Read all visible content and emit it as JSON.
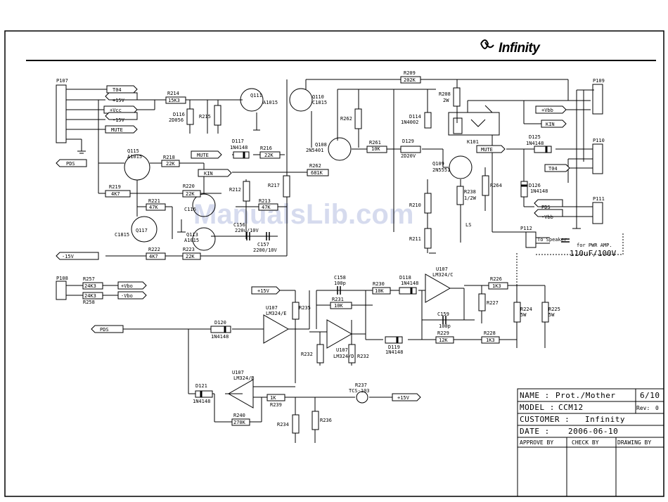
{
  "brand": {
    "logo_text": "Infinity"
  },
  "watermark": "ManualsLib.com",
  "connectors": {
    "p107": {
      "ref": "P107",
      "pins": [
        "T04",
        "+15V",
        "+Vcc",
        "-15V",
        "MUTE",
        "PDS"
      ]
    },
    "p108": {
      "ref": "P108"
    },
    "p109": {
      "ref": "P109",
      "labels": [
        "+Vbb",
        "KIN"
      ]
    },
    "p110": {
      "ref": "P110",
      "labels": [
        "MUTE",
        "T04"
      ]
    },
    "p111": {
      "ref": "P111",
      "labels": [
        "PDS",
        "-Vbb"
      ]
    },
    "p112": {
      "ref": "P112",
      "label": "To Speaker",
      "note": "for PWR AMP.",
      "cap": "110uF/100V"
    }
  },
  "nets": {
    "mute": "MUTE",
    "kin": "KIN",
    "pds": "PDS",
    "m15v": "-15V",
    "p15v": "+15V",
    "pvbo": "+Vbo",
    "mvbo": "-Vbo",
    "p15v_b": "+15V"
  },
  "components": {
    "r214": [
      "R214",
      "15K3"
    ],
    "d116": [
      "D116",
      "2D056"
    ],
    "r215": "R215",
    "q111": [
      "Q111",
      "A1015"
    ],
    "q110": [
      "Q110",
      "C1815"
    ],
    "r209": [
      "R209",
      "202K"
    ],
    "r208": [
      "R208",
      "2W"
    ],
    "d117": [
      "D117",
      "1N4148"
    ],
    "r216": [
      "R216",
      "22K"
    ],
    "r218": [
      "R218",
      "22K"
    ],
    "q115": [
      "Q115",
      "A1015"
    ],
    "r262": "R262",
    "r263": [
      "R262",
      "681K"
    ],
    "q108": [
      "Q108",
      "2N5401"
    ],
    "r261": [
      "R261",
      "10K"
    ],
    "d129": [
      "D129",
      "2D20V"
    ],
    "d114": [
      "D114",
      "1N4002"
    ],
    "k101": "K101",
    "q109": [
      "Q109",
      "2N5551"
    ],
    "r238": [
      "R238",
      "1/2W"
    ],
    "r264": "R264",
    "r219": [
      "R219",
      "4K7"
    ],
    "r220": [
      "R220",
      "22K"
    ],
    "r212": "R212",
    "r213": [
      "R213",
      "47K"
    ],
    "r217": "R217",
    "r221": [
      "R221",
      "47K"
    ],
    "c116": "C116",
    "c157": [
      "C157",
      "2200/10V"
    ],
    "c156": [
      "C156",
      "220u/10V"
    ],
    "q113": [
      "Q113",
      "A1015"
    ],
    "q114": "C1815",
    "q117": "Q117",
    "r222": [
      "R222",
      "4K7"
    ],
    "r223": [
      "R223",
      "22K"
    ],
    "r210": "R210",
    "r211": "R211",
    "ls": "LS",
    "d125": [
      "D125",
      "1N4148"
    ],
    "d126": [
      "D126",
      "1N4148"
    ],
    "r257": [
      "R257",
      "24K3"
    ],
    "r258": [
      "R258",
      "24K3"
    ],
    "c158": [
      "C158",
      "100p"
    ],
    "r230": [
      "R230",
      "10K"
    ],
    "d118": [
      "D118",
      "1N4148"
    ],
    "u107a": [
      "U107",
      "LM324/C"
    ],
    "r226": [
      "R226",
      "1K3"
    ],
    "r227": "R227",
    "r224": [
      "R224",
      "5W"
    ],
    "r225": [
      "R225",
      "5W"
    ],
    "r231": [
      "R231",
      "10K"
    ],
    "r235": "R235",
    "u107b": [
      "U107",
      "LM324/E"
    ],
    "u107c": [
      "U107",
      "LM324/D"
    ],
    "u107d": [
      "U107",
      "LM324/B"
    ],
    "c159": [
      "C159",
      "100p"
    ],
    "r229": [
      "R229",
      "12K"
    ],
    "r228": [
      "R228",
      "1K3"
    ],
    "d120": [
      "D120",
      "1N4148"
    ],
    "d119": [
      "D119",
      "1N4148"
    ],
    "r232": "R232",
    "r233": "R232",
    "d121": [
      "D121",
      "1N4148"
    ],
    "r237": [
      "R237",
      "TCS-103"
    ],
    "r239": [
      "R239",
      "1K"
    ],
    "r240": [
      "R240",
      "270K"
    ],
    "r234": "R234",
    "r236": "R236"
  },
  "title_block": {
    "name_label": "NAME :",
    "name_value": "Prot./Mother",
    "sheet": "6/10",
    "model_label": "MODEL :",
    "model_value": "CCM12",
    "rev_label": "Rev:",
    "rev_value": "0",
    "customer_label": "CUSTOMER :",
    "customer_value": "Infinity",
    "date_label": "DATE :",
    "date_value": "2006-06-10",
    "approve": "APPROVE BY",
    "check": "CHECK BY",
    "drawing": "DRAWING BY"
  }
}
